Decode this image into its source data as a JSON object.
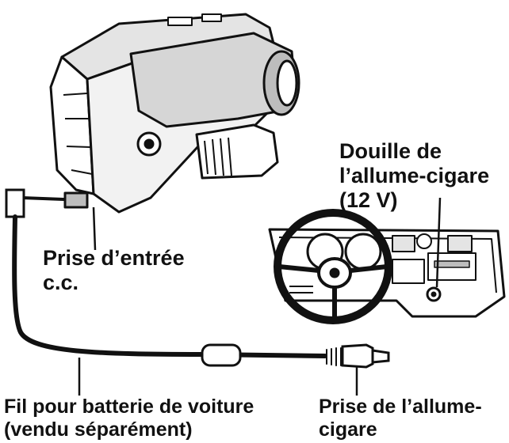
{
  "labels": {
    "douille": [
      "Douille de",
      "l’allume-cigare",
      "(12 V)"
    ],
    "prise_entree": [
      "Prise d’entrée",
      "c.c."
    ],
    "fil": [
      "Fil pour batterie de voiture",
      "(vendu séparément)"
    ],
    "prise_allume": [
      "Prise de l’allume-",
      "cigare"
    ]
  },
  "colors": {
    "ink": "#111111",
    "paper": "#ffffff",
    "shade": "#bdbdbd",
    "light_shade": "#e4e4e4"
  }
}
